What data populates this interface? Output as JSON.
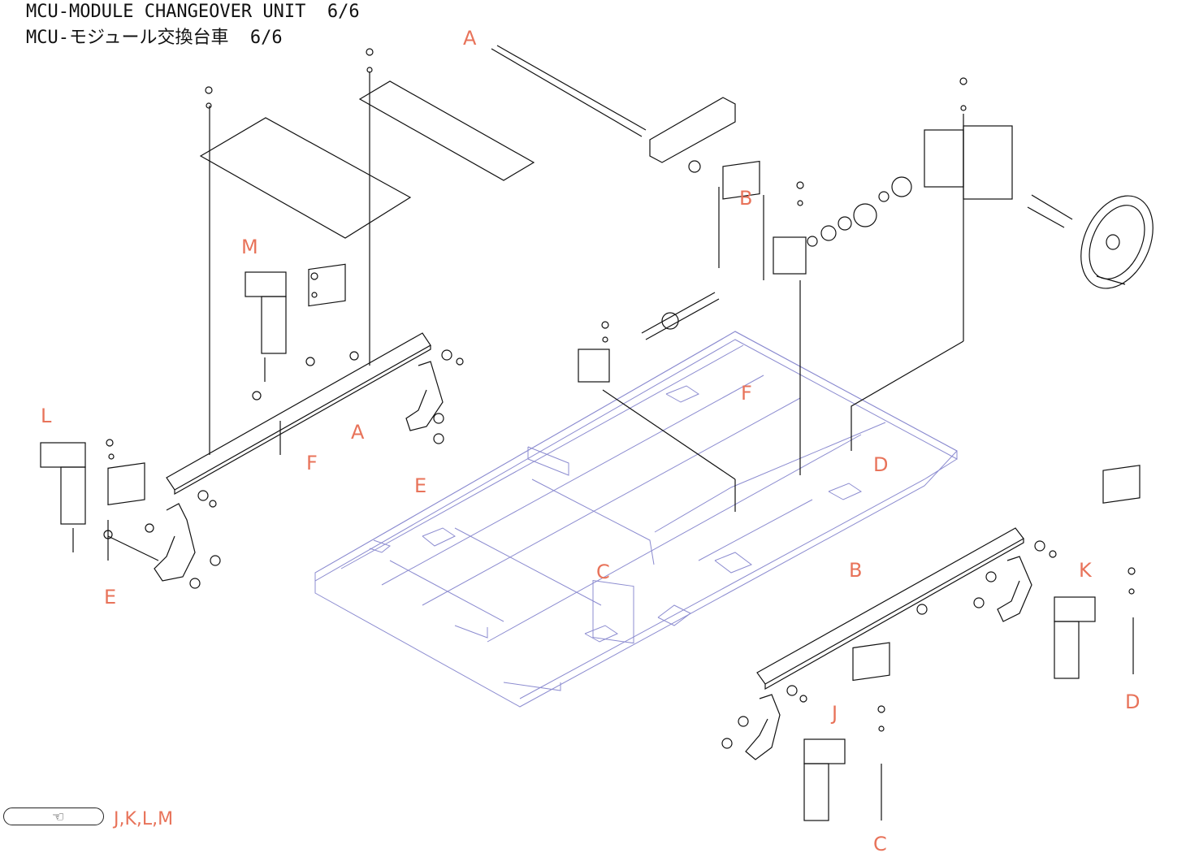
{
  "header": {
    "title_en": "MCU-MODULE CHANGEOVER UNIT  6/6",
    "title_ja": "MCU-モジュール交換台車  6/6"
  },
  "callouts": {
    "A_top": "A",
    "A_mid": "A",
    "B_top": "B",
    "B_right": "B",
    "C_center": "C",
    "C_bottom": "C",
    "D_mid": "D",
    "D_right": "D",
    "E_left": "E",
    "E_center": "E",
    "F_left": "F",
    "F_center": "F",
    "J": "J",
    "K": "K",
    "L": "L",
    "M": "M"
  },
  "reference": {
    "icon": "pointing-hand-icon",
    "text": "J,K,L,M"
  },
  "colors": {
    "line": "#111111",
    "frame": "#8c8cd0",
    "callout": "#e8735a"
  }
}
